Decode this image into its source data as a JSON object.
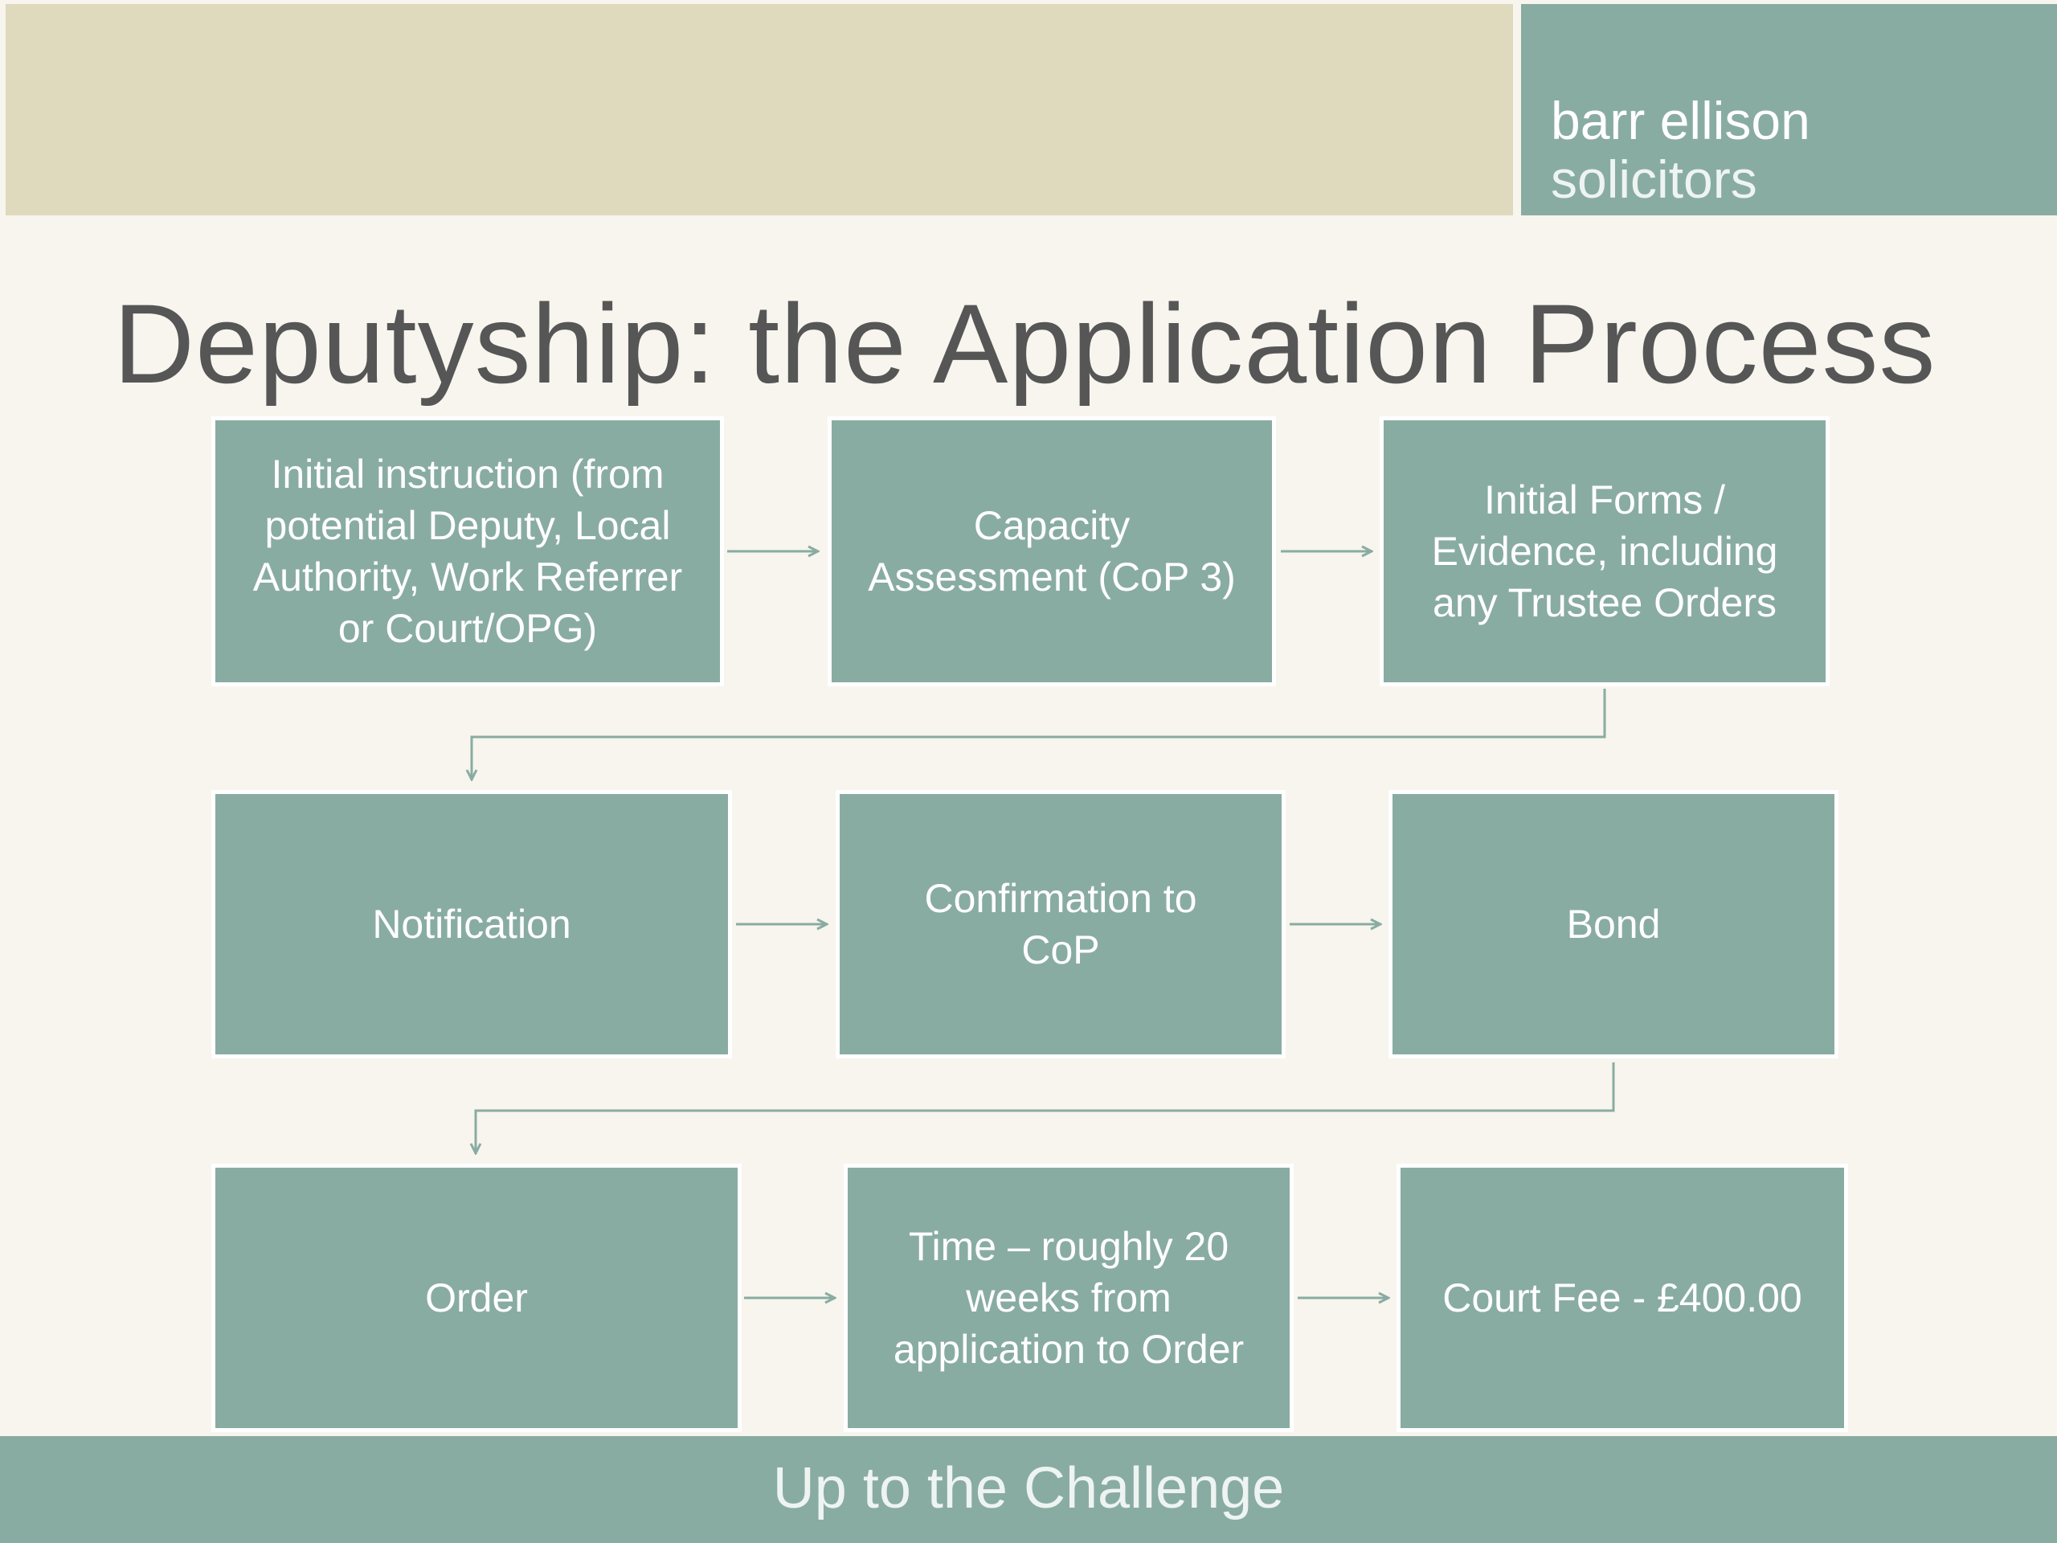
{
  "header": {
    "logo_line1": "barr ellison",
    "logo_line2": "solicitors"
  },
  "title": "Deputyship: the Application Process",
  "steps": [
    {
      "label": "Initial instruction (from potential Deputy, Local Authority, Work Referrer or Court/OPG)"
    },
    {
      "label": "Capacity Assessment (CoP 3)"
    },
    {
      "label": "Initial Forms / Evidence, including any Trustee Orders"
    },
    {
      "label": "Notification"
    },
    {
      "label": "Confirmation to CoP"
    },
    {
      "label": "Bond"
    },
    {
      "label": "Order"
    },
    {
      "label": "Time – roughly 20 weeks from application to Order"
    },
    {
      "label": "Court Fee - £400.00"
    }
  ],
  "footer": {
    "tagline": "Up to the Challenge"
  },
  "colors": {
    "box_fill": "#89aca2",
    "header_band": "#dfd9be",
    "background": "#f7f5ee",
    "title_text": "#565656",
    "connector": "#89aca2"
  }
}
